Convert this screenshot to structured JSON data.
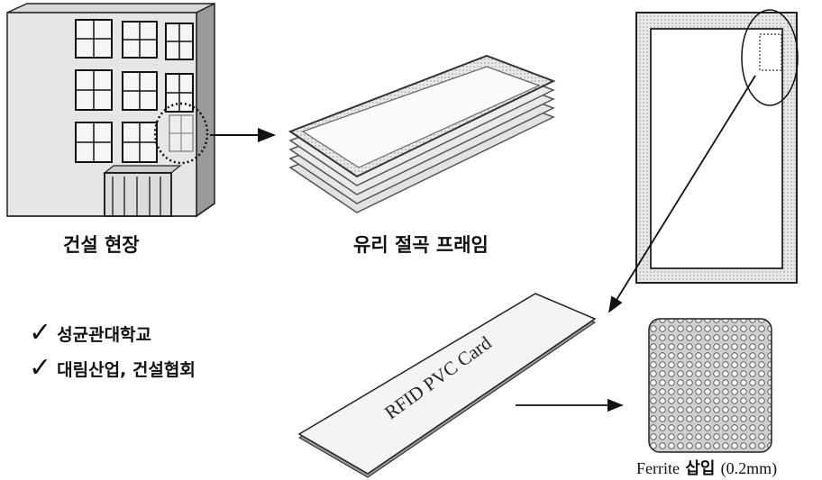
{
  "labels": {
    "site": "건설 현장",
    "frame": "유리 절곡 프래임",
    "card": "RFID PVC Card",
    "ferrite_prefix": "Ferrite",
    "ferrite_insert": "삽입",
    "ferrite_suffix": "(0.2mm)"
  },
  "partners": [
    {
      "text": "성균관대학교"
    },
    {
      "text": "대림산업, 건설협회"
    }
  ],
  "icons": {
    "check": "✓"
  }
}
